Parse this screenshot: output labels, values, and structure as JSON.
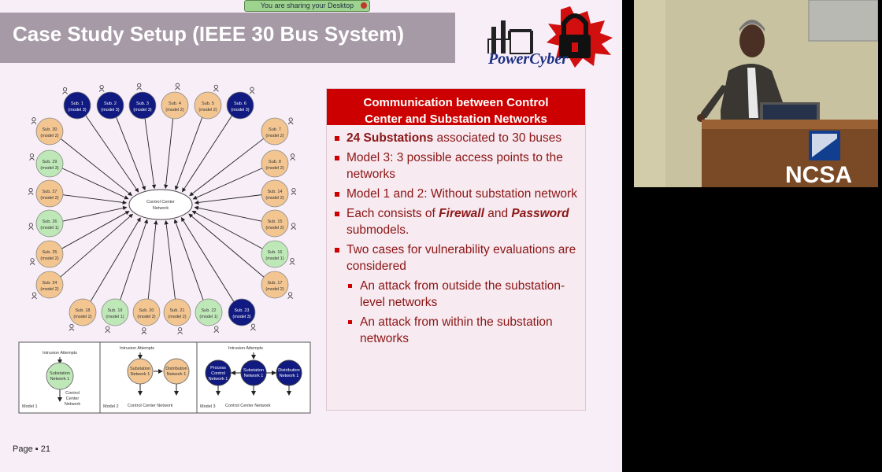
{
  "screen_share_banner": "You are sharing your Desktop",
  "slide": {
    "title": "Case Study Setup (IEEE 30 Bus System)",
    "logo_text": "PowerCyber",
    "page": "Page ▪ 21",
    "colors": {
      "title_bar": "#a79aa7",
      "header_red": "#cc0000",
      "bullet_text": "#8b1515",
      "model1": "#bfe8b8",
      "model2": "#f2c591",
      "model3": "#101a80"
    }
  },
  "diagram": {
    "center_label": [
      "Control Center",
      "Network"
    ],
    "substations": [
      {
        "name": "Sub. 1",
        "model": "(model 3)",
        "type": 3
      },
      {
        "name": "Sub. 2",
        "model": "(model 3)",
        "type": 3
      },
      {
        "name": "Sub. 3",
        "model": "(model 3)",
        "type": 3
      },
      {
        "name": "Sub. 4",
        "model": "(model 2)",
        "type": 2
      },
      {
        "name": "Sub. 5",
        "model": "(model 2)",
        "type": 2
      },
      {
        "name": "Sub. 6",
        "model": "(model 3)",
        "type": 3
      },
      {
        "name": "Sub. 7",
        "model": "(model 2)",
        "type": 2
      },
      {
        "name": "Sub. 8",
        "model": "(model 2)",
        "type": 2
      },
      {
        "name": "Sub. 14",
        "model": "(model 2)",
        "type": 2
      },
      {
        "name": "Sub. 15",
        "model": "(model 2)",
        "type": 2
      },
      {
        "name": "Sub. 16",
        "model": "(model 1)",
        "type": 1
      },
      {
        "name": "Sub. 17",
        "model": "(model 2)",
        "type": 2
      },
      {
        "name": "Sub. 23",
        "model": "(model 3)",
        "type": 3
      },
      {
        "name": "Sub. 22",
        "model": "(model 1)",
        "type": 1
      },
      {
        "name": "Sub. 21",
        "model": "(model 2)",
        "type": 2
      },
      {
        "name": "Sub. 20",
        "model": "(model 2)",
        "type": 2
      },
      {
        "name": "Sub. 19",
        "model": "(model 1)",
        "type": 1
      },
      {
        "name": "Sub. 18",
        "model": "(model 2)",
        "type": 2
      },
      {
        "name": "Sub. 24",
        "model": "(model 2)",
        "type": 2
      },
      {
        "name": "Sub. 25",
        "model": "(model 2)",
        "type": 2
      },
      {
        "name": "Sub. 26",
        "model": "(model 1)",
        "type": 1
      },
      {
        "name": "Sub. 27",
        "model": "(model 2)",
        "type": 2
      },
      {
        "name": "Sub. 29",
        "model": "(model 3)",
        "type": 1
      },
      {
        "name": "Sub. 30",
        "model": "(model 2)",
        "type": 2
      }
    ],
    "legend": {
      "intrusion": "Intrusion Attempts",
      "model1": {
        "caption": "Model 1",
        "nodes": [
          [
            "Substation",
            "Network 1"
          ]
        ],
        "cc": [
          "Control",
          "Center",
          "Network"
        ]
      },
      "model2": {
        "caption": "Model 2",
        "nodes": [
          [
            "Substation",
            "Network 1"
          ],
          [
            "Distribution",
            "Network 1"
          ]
        ],
        "cc": "Control Center Network"
      },
      "model3": {
        "caption": "Model 3",
        "nodes": [
          [
            "Process",
            "Control",
            "Network 1"
          ],
          [
            "Substation",
            "Network 1"
          ],
          [
            "Distribution",
            "Network 1"
          ]
        ],
        "cc": "Control Center Network"
      }
    }
  },
  "panel": {
    "header_line1": "Communication between Control",
    "header_line2": "Center and Substation Networks",
    "bullets": [
      {
        "bold": "24 Substations",
        "rest": " associated to 30 buses"
      },
      {
        "text": "Model 3: 3 possible access points to the networks"
      },
      {
        "text": "Model 1 and 2: Without substation network"
      },
      {
        "pre": "Each consists of ",
        "em1": "Firewall",
        "mid": " and ",
        "em2": "Password",
        "post": " submodels."
      },
      {
        "text": "Two cases for vulnerability evaluations are considered"
      }
    ],
    "sub_bullets": [
      "An attack from outside the substation-level networks",
      "An attack from within the substation networks"
    ]
  },
  "video": {
    "podium_logo": "NCSA"
  }
}
